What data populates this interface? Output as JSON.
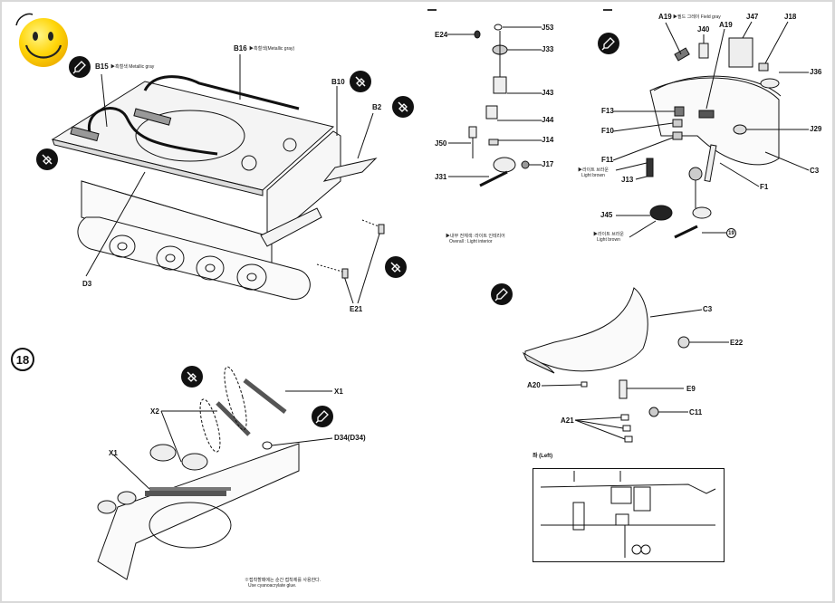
{
  "page": {
    "overlay_icon": "smiley-face-icon",
    "step_number": "18"
  },
  "top_left": {
    "labels": {
      "b15": "B15",
      "b15_note": "▶흑철색 Metallic gray",
      "b16": "B16",
      "b16_note": "▶흑철색(Metallic gray)",
      "b10": "B10",
      "b2": "B2",
      "d3": "D3",
      "e21": "E21"
    },
    "icons": [
      "glue-icon",
      "no-glue-icon",
      "no-glue-icon",
      "no-glue-icon",
      "no-glue-icon"
    ]
  },
  "top_middle": {
    "labels": {
      "e24": "E24",
      "j53": "J53",
      "j33": "J33",
      "j43": "J43",
      "j44": "J44",
      "j50": "J50",
      "j14": "J14",
      "j17": "J17",
      "j31": "J31"
    },
    "note_line1": "▶내부 전체색: 라이트 인테리어",
    "note_line2": "Overall : Light interior"
  },
  "top_right": {
    "labels": {
      "a19a": "A19",
      "a19a_note": "▶필드 그레이 Field gray",
      "j40": "J40",
      "a19b": "A19",
      "j47": "J47",
      "j18": "J18",
      "j36": "J36",
      "f13": "F13",
      "f10": "F10",
      "j29": "J29",
      "f11": "F11",
      "c3": "C3",
      "f1": "F1",
      "j13": "J13",
      "j13_note1": "▶라이트 브라운",
      "j13_note2": "Light brown",
      "j45": "J45",
      "j45_note1": "▶라이트 브라운",
      "j45_note2": "Light brown",
      "step_ref": "19"
    }
  },
  "middle_right": {
    "labels": {
      "c3": "C3",
      "e22": "E22",
      "a20": "A20",
      "e9": "E9",
      "a21": "A21",
      "c11": "C11"
    },
    "inset_title": "좌 (Left)"
  },
  "bottom_left": {
    "labels": {
      "x1_top": "X1",
      "x2": "X2",
      "d34": "D34(D34)",
      "x1_bottom": "X1"
    },
    "note_line1": "※접착할때에는 순간 접착제를 사용한다.",
    "note_line2": "Use cyanoacrylate glue."
  }
}
